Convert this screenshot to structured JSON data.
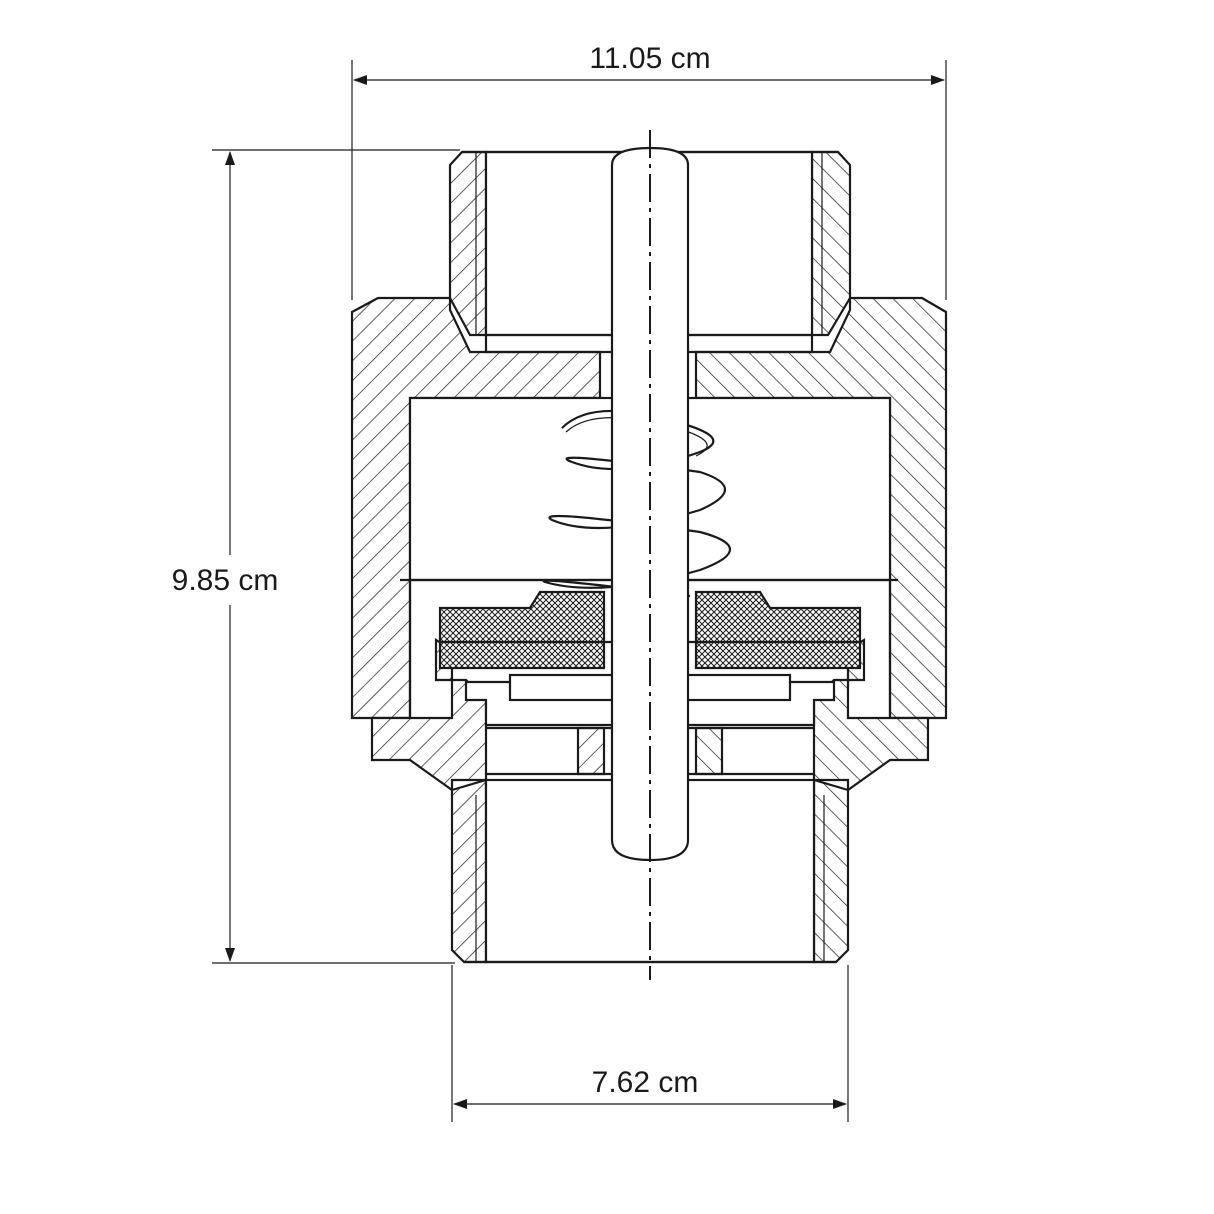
{
  "dimensions": {
    "width_label": "11.05 cm",
    "height_label": "9.85 cm",
    "bottom_width_label": "7.62 cm"
  },
  "colors": {
    "line": "#1a1a1a",
    "background": "#ffffff"
  }
}
